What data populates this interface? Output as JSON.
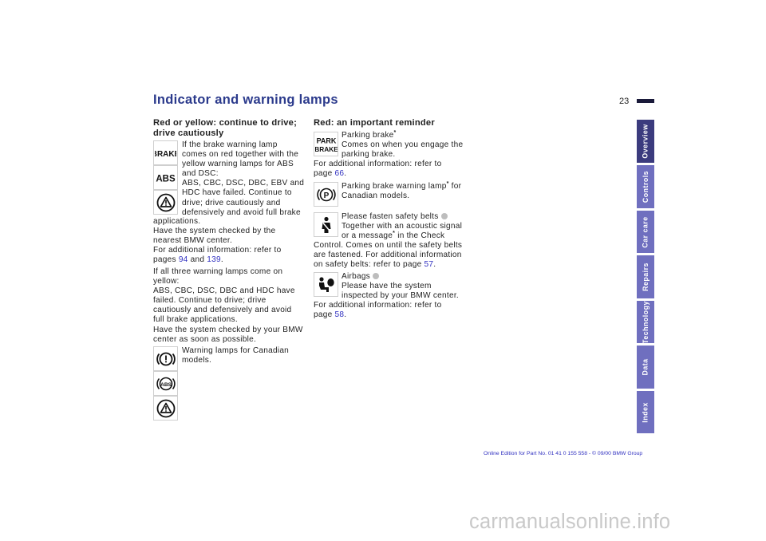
{
  "page": {
    "title": "Indicator and warning lamps",
    "number": "23",
    "footer": "Online Edition for Part No. 01 41 0 155 558 - © 09/00 BMW Group",
    "watermark": "carmanualsonline.info"
  },
  "nav_tabs": [
    "Overview",
    "Controls",
    "Car care",
    "Repairs",
    "Technology",
    "Data",
    "Index"
  ],
  "left": {
    "heading_l1": "Red or yellow: continue to drive;",
    "heading_l2": "drive cautiously",
    "p1": {
      "l1": "If the brake warning lamp",
      "l2": "comes on red together with the",
      "l3": "yellow warning lamps for ABS",
      "l4": "and DSC:",
      "l5": "ABS, CBC, DSC, DBC, EBV and",
      "l6": "HDC have failed. Continue to",
      "l7": "drive; drive cautiously and",
      "l8": "defensively and avoid full brake",
      "l9": "applications.",
      "l10": "Have the system checked by the",
      "l11": "nearest BMW center.",
      "l12": "For additional information: refer to",
      "l13_a": "pages ",
      "l13_link1": "94",
      "l13_b": " and ",
      "l13_link2": "139",
      "l13_c": "."
    },
    "p2": {
      "l1": "If all three warning lamps come on",
      "l2": "yellow:",
      "l3": "ABS, CBC, DSC, DBC and HDC have",
      "l4": "failed. Continue to drive; drive",
      "l5": "cautiously and defensively and avoid",
      "l6": "full brake applications.",
      "l7": "Have the system checked by your BMW",
      "l8": "center as soon as possible."
    },
    "p3": {
      "l1": "Warning lamps for Canadian",
      "l2": "models."
    },
    "icons": {
      "brake": "BRAKE",
      "abs": "ABS",
      "abs_ca": "ABS"
    }
  },
  "right": {
    "heading": "Red: an important reminder",
    "parking": {
      "l1": "Parking brake",
      "star": "*",
      "l2": "Comes on when you engage the",
      "l3": "parking brake.",
      "l4": "For additional information: refer to",
      "l5_a": "page ",
      "l5_link": "66",
      "l5_b": "."
    },
    "parking_ca": {
      "l1_a": "Parking brake warning lamp",
      "star": "*",
      "l1_b": " for",
      "l2": "Canadian models."
    },
    "belts": {
      "l1": "Please fasten safety belts",
      "l2": "Together with an acoustic signal",
      "l3_a": "or a message",
      "star": "*",
      "l3_b": " in the Check",
      "l4": "Control. Comes on until the safety belts",
      "l5": "are fastened. For additional information",
      "l6_a": "on safety belts: refer to page ",
      "l6_link": "57",
      "l6_b": "."
    },
    "airbags": {
      "l1": "Airbags",
      "l2": "Please have the system",
      "l3": "inspected by your BMW center.",
      "l4": "For additional information: refer to",
      "l5_a": "page ",
      "l5_link": "58",
      "l5_b": "."
    },
    "icons": {
      "park_l1": "PARK",
      "park_l2": "BRAKE",
      "p": "P"
    }
  }
}
